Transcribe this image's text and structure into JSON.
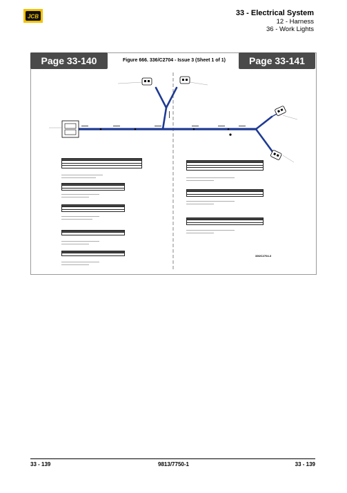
{
  "header": {
    "logo_text": "JCB",
    "section_title": "33 - Electrical System",
    "subsection_1": "12 - Harness",
    "subsection_2": "36 - Work Lights"
  },
  "banner": {
    "page_left": "Page 33-140",
    "page_right": "Page 33-141",
    "figure_title": "Figure 666. 336/C2704 - Issue 3 (Sheet 1 of 1)",
    "figure_ref": "336/C2704-3"
  },
  "footer": {
    "page_left": "33 - 139",
    "document_number": "9813/7750-1",
    "page_right": "33 - 139"
  },
  "colors": {
    "banner_tab": "#4a4a4a",
    "harness_wire": "#1f3a93",
    "logo_yellow": "#f2c200"
  }
}
